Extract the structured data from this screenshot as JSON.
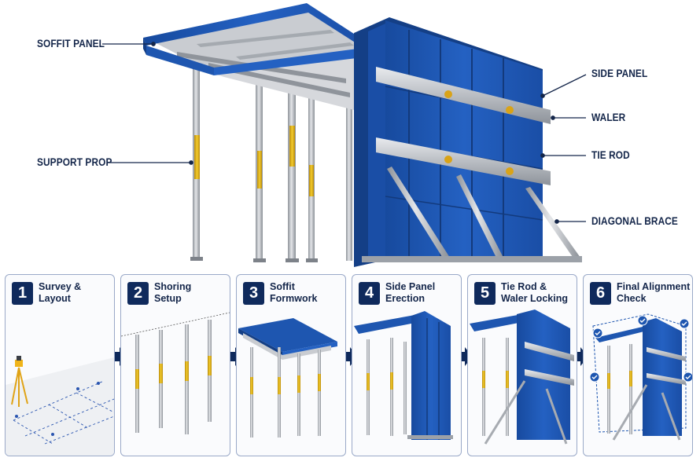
{
  "callouts": {
    "soffit_panel": "SOFFIT PANEL",
    "support_prop": "SUPPORT PROP",
    "side_panel": "SIDE PANEL",
    "waler": "WALER",
    "tie_rod": "TIE ROD",
    "diagonal_brace": "DIAGONAL BRACE"
  },
  "steps": [
    {
      "number": "1",
      "title_line1": "Survey &",
      "title_line2": "Layout"
    },
    {
      "number": "2",
      "title_line1": "Shoring",
      "title_line2": "Setup"
    },
    {
      "number": "3",
      "title_line1": "Soffit",
      "title_line2": "Formwork"
    },
    {
      "number": "4",
      "title_line1": "Side Panel",
      "title_line2": "Erection"
    },
    {
      "number": "5",
      "title_line1": "Tie Rod &",
      "title_line2": "Waler Locking"
    },
    {
      "number": "6",
      "title_line1": "Final Alignment",
      "title_line2": "Check"
    }
  ],
  "colors": {
    "panel_blue": "#1e56b0",
    "panel_blue_dark": "#143f86",
    "steel": "#b8bcc2",
    "prop_yellow": "#e8b81a",
    "label_navy": "#14264a",
    "arrow_navy": "#0f2a5c"
  }
}
